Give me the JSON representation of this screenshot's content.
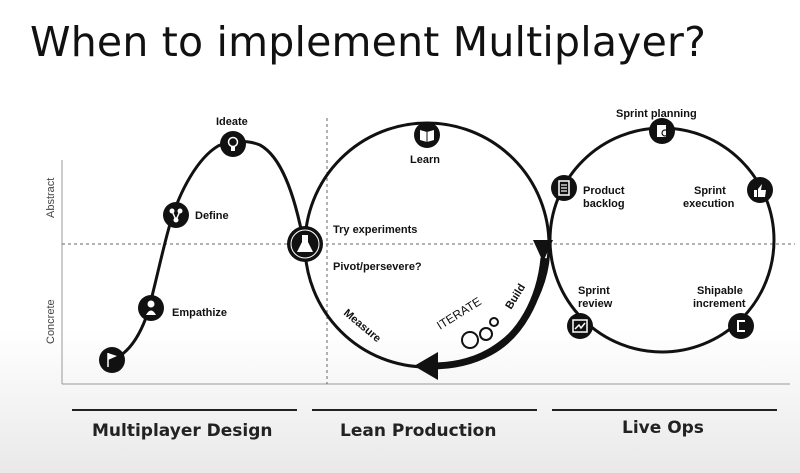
{
  "title": "When to implement Multiplayer?",
  "axis": {
    "upper": "Abstract",
    "lower": "Concrete"
  },
  "design_steps": {
    "empathize": "Empathize",
    "define": "Define",
    "ideate": "Ideate"
  },
  "lean_loop": {
    "learn": "Learn",
    "try": "Try experiments",
    "pivot": "Pivot/persevere?",
    "measure": "Measure",
    "build": "Build",
    "iterate": "ITERATE"
  },
  "live_ops": {
    "sprint_planning": "Sprint planning",
    "product_backlog_1": "Product",
    "product_backlog_2": "backlog",
    "sprint_execution_1": "Sprint",
    "sprint_execution_2": "execution",
    "sprint_review_1": "Sprint",
    "sprint_review_2": "review",
    "shipable_1": "Shipable",
    "shipable_2": "increment"
  },
  "phases": [
    "Multiplayer Design",
    "Lean Production",
    "Live Ops"
  ]
}
